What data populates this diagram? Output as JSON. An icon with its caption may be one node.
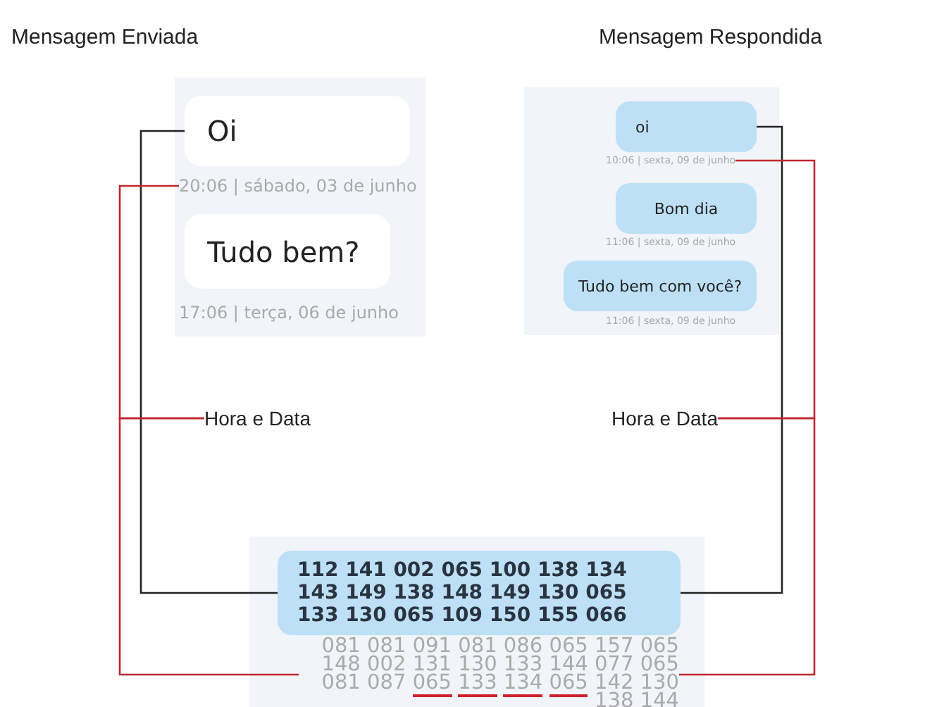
{
  "diagram": {
    "nodes": [
      {
        "text": [],
        "shape": "box"
      },
      {
        "text": [
          "Oi"
        ],
        "in": 0
      },
      {
        "text": [
          "20:06 | sábado, 03 de junho"
        ],
        "in": 0
      },
      {
        "text": [
          "Tudo bem?"
        ],
        "in": 0
      },
      {
        "text": [
          "17:06 | terça, 06 de junho"
        ],
        "in": 0
      },
      {
        "text": [],
        "shape": "box"
      },
      {
        "text": [
          "oi"
        ],
        "in": 5
      },
      {
        "text": [
          "10:06 | sexta, 09 de junho"
        ],
        "in": 5
      },
      {
        "text": [
          "Bom dia"
        ],
        "in": 5
      },
      {
        "text": [
          "11:06 | sexta, 09 de junho"
        ],
        "in": 5
      },
      {
        "text": [
          "Tudo bem com você?"
        ],
        "in": 5
      },
      {
        "text": [
          "11:06 | sexta, 09 de junho"
        ],
        "in": 5
      },
      {
        "text": [
          "Hora e Data"
        ]
      },
      {
        "text": [
          "Hora e Data"
        ]
      },
      {
        "text": [],
        "shape": "box"
      },
      {
        "text": [
          "112 141 002 065 100 138 134 143 149 138 148 149 130 065 133 130 065 109 150 155 066"
        ],
        "in": 14
      },
      {
        "text": [
          "081 081 091 081 086 065 157 065 148 002 131 130 133 144 077 065 081 087 065 133 134 065 142 130 138 144"
        ],
        "in": 14
      }
    ],
    "edges": [
      {
        "from": 1,
        "to": 15,
        "arrow": "none",
        "color": "#222222"
      },
      {
        "from": 12,
        "to": 2,
        "arrow": "none",
        "color": "#c0272d"
      },
      {
        "from": 12,
        "to": 16,
        "arrow": "none",
        "color": "#c0272d"
      },
      {
        "from": 6,
        "to": 15,
        "arrow": "none",
        "color": "#222222"
      },
      {
        "from": 13,
        "to": 7,
        "arrow": "none",
        "color": "#c0272d"
      },
      {
        "from": 13,
        "to": 16,
        "arrow": "none",
        "color": "#c0272d"
      }
    ],
    "labels": [
      "Mensagem Enviada",
      "Mensagem Respondida"
    ]
  }
}
